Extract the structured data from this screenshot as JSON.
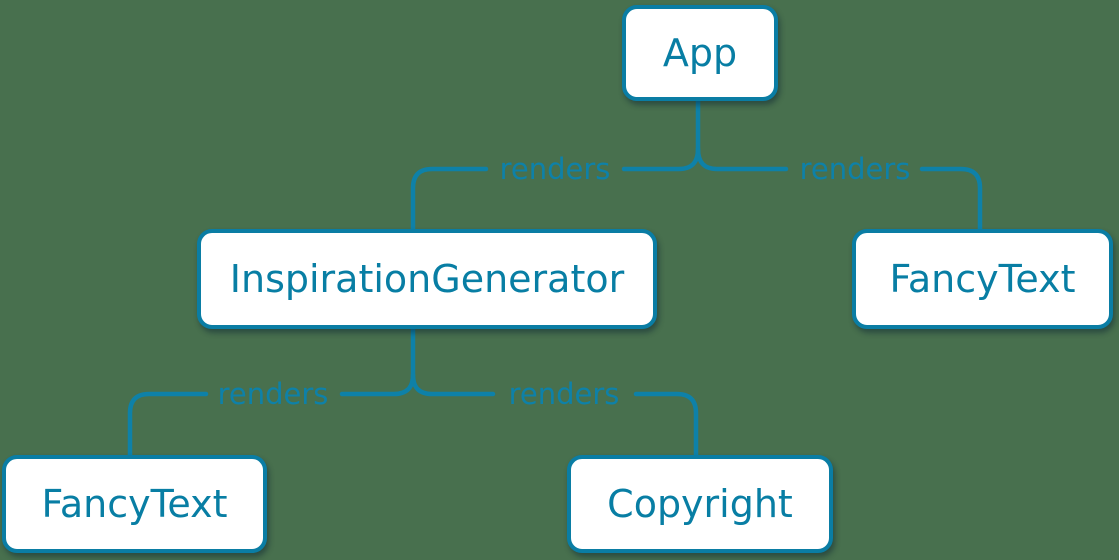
{
  "diagram": {
    "kind": "component-render-tree",
    "nodes": [
      {
        "id": "app",
        "label": "App"
      },
      {
        "id": "inspiration-generator",
        "label": "InspirationGenerator"
      },
      {
        "id": "fancytext-top",
        "label": "FancyText"
      },
      {
        "id": "fancytext-bottom",
        "label": "FancyText"
      },
      {
        "id": "copyright",
        "label": "Copyright"
      }
    ],
    "edges": [
      {
        "from": "App",
        "to": "InspirationGenerator",
        "label": "renders"
      },
      {
        "from": "App",
        "to": "FancyText",
        "label": "renders"
      },
      {
        "from": "InspirationGenerator",
        "to": "FancyText",
        "label": "renders"
      },
      {
        "from": "InspirationGenerator",
        "to": "Copyright",
        "label": "renders"
      }
    ],
    "colors": {
      "background": "#48704E",
      "line": "#0E81A8",
      "node_border": "#0A7DA4",
      "node_text": "#087EA4",
      "node_background": "#FFFFFF"
    }
  }
}
